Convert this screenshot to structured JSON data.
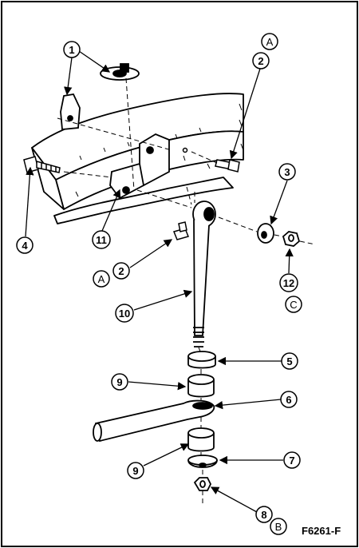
{
  "figure_id": "F6261-F",
  "callouts": {
    "c1": "1",
    "c2a": "2",
    "c2b": "2",
    "c3": "3",
    "c4": "4",
    "c5": "5",
    "c6": "6",
    "c7": "7",
    "c8": "8",
    "c9a": "9",
    "c9b": "9",
    "c10": "10",
    "c11": "11",
    "c12": "12"
  },
  "refs": {
    "a_top": "A",
    "a_left": "A",
    "b": "B",
    "c": "C"
  }
}
